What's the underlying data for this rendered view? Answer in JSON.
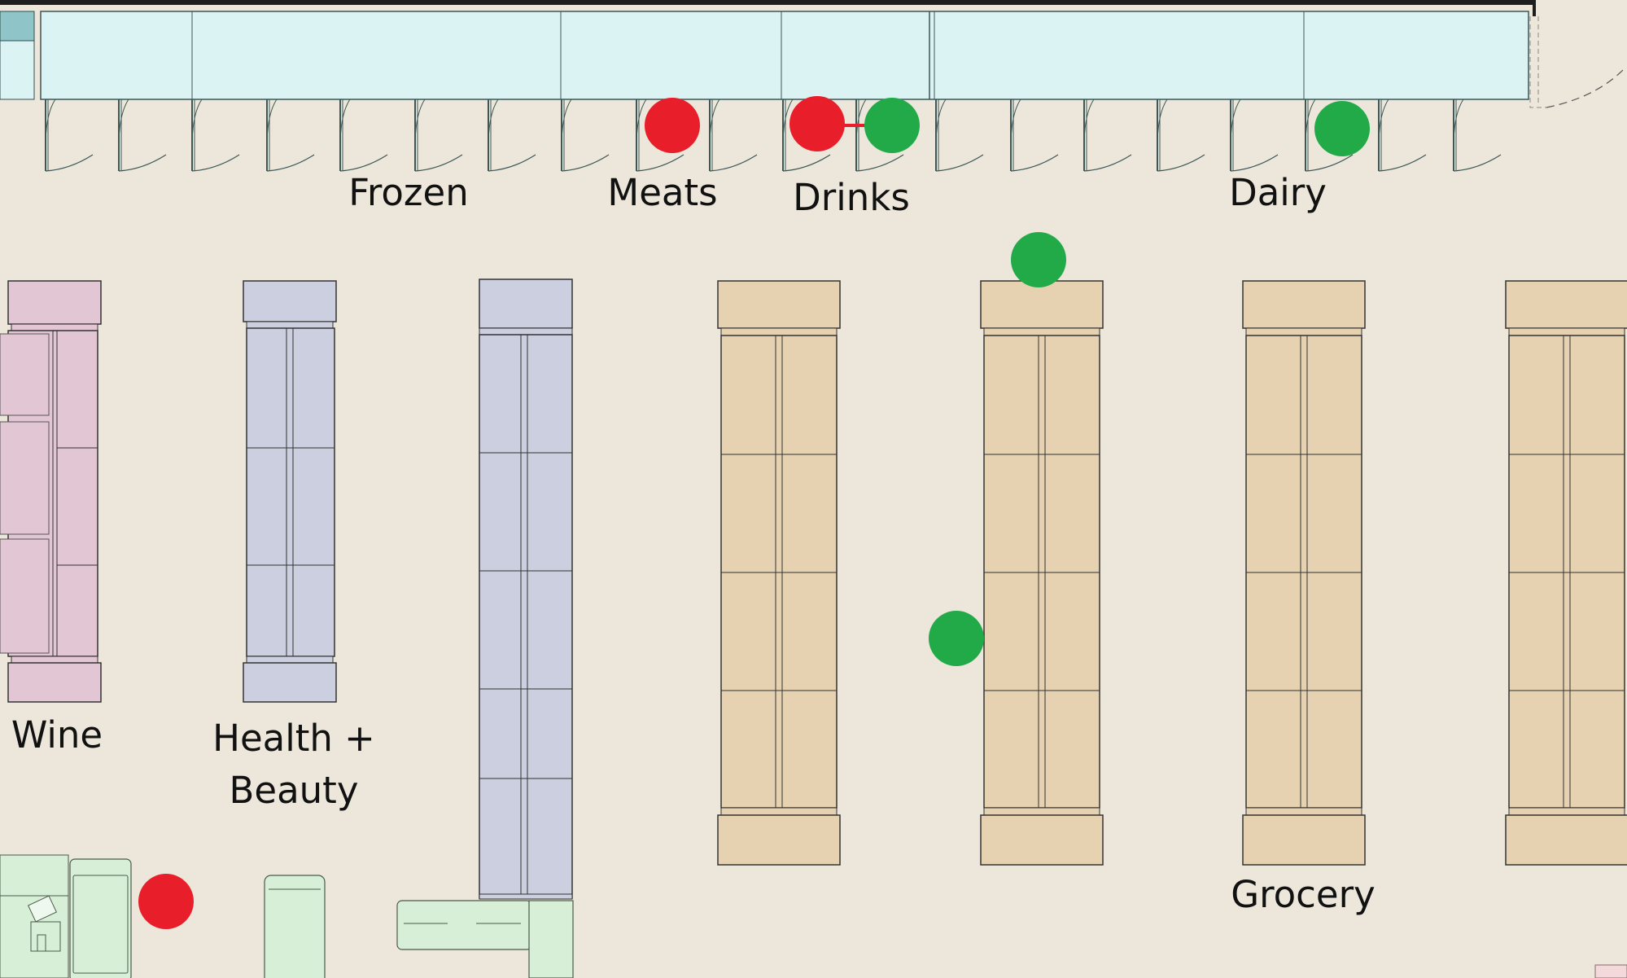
{
  "labels": {
    "frozen": "Frozen",
    "meats": "Meats",
    "drinks": "Drinks",
    "dairy": "Dairy",
    "wine": "Wine",
    "health_line1": "Health +",
    "health_line2": "Beauty",
    "grocery": "Grocery"
  },
  "colors": {
    "background": "#ece7da",
    "cooler": "#dbf3f3",
    "wine_shelf": "#e3c6d3",
    "health_shelf": "#cbcfdf",
    "grocery_shelf": "#e6d2b1",
    "checkout": "#d6efd6",
    "marker_red": "#e81f2a",
    "marker_green": "#22aa49"
  },
  "markers": [
    {
      "id": "red-marker-meats",
      "status": "red"
    },
    {
      "id": "red-marker-drinks",
      "status": "red"
    },
    {
      "id": "green-marker-drinks",
      "status": "green"
    },
    {
      "id": "green-marker-dairy",
      "status": "green"
    },
    {
      "id": "green-marker-grocery-top",
      "status": "green"
    },
    {
      "id": "green-marker-grocery-side",
      "status": "green"
    },
    {
      "id": "red-marker-checkout",
      "status": "red"
    }
  ]
}
